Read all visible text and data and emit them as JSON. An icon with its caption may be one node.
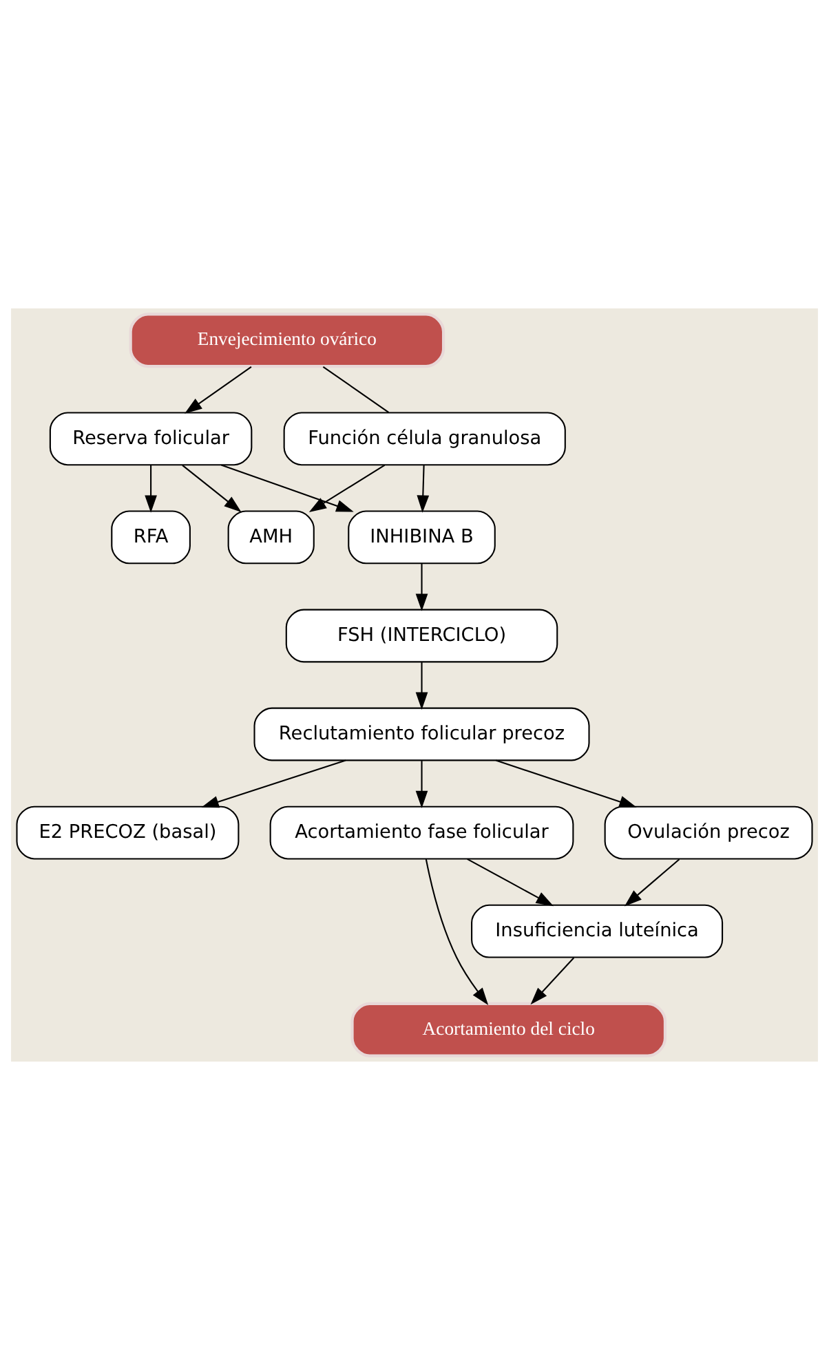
{
  "diagram": {
    "nodes": [
      {
        "text": [
          "Envejecimiento ovárico"
        ]
      },
      {
        "text": [
          "Reserva folicular"
        ]
      },
      {
        "text": [
          "Función célula granulosa"
        ]
      },
      {
        "text": [
          "RFA"
        ]
      },
      {
        "text": [
          "INHIBINA B"
        ]
      },
      {
        "text": [
          "AMH"
        ]
      },
      {
        "text": [
          "FSH (INTERCICLO)"
        ]
      },
      {
        "text": [
          "Reclutamiento folicular precoz"
        ]
      },
      {
        "text": [
          "E2 PRECOZ (basal)"
        ]
      },
      {
        "text": [
          "Ovulación precoz"
        ]
      },
      {
        "text": [
          "Acortamiento fase folicular"
        ]
      },
      {
        "text": [
          "Insuficiencia luteínica"
        ]
      },
      {
        "text": [
          "Acortamiento del ciclo"
        ]
      }
    ],
    "edges": [
      {
        "from": 0,
        "to": 1,
        "arrow": "to"
      },
      {
        "from": 0,
        "to": 2,
        "arrow": "none"
      },
      {
        "from": 1,
        "to": 3,
        "arrow": "to"
      },
      {
        "from": 1,
        "to": 4,
        "arrow": "to"
      },
      {
        "from": 1,
        "to": 5,
        "arrow": "to"
      },
      {
        "from": 2,
        "to": 4,
        "arrow": "to"
      },
      {
        "from": 2,
        "to": 5,
        "arrow": "to"
      },
      {
        "from": 4,
        "to": 6,
        "arrow": "to"
      },
      {
        "from": 6,
        "to": 7,
        "arrow": "to"
      },
      {
        "from": 7,
        "to": 8,
        "arrow": "to"
      },
      {
        "from": 7,
        "to": 9,
        "arrow": "to"
      },
      {
        "from": 7,
        "to": 10,
        "arrow": "to"
      },
      {
        "from": 9,
        "to": 11,
        "arrow": "to"
      },
      {
        "from": 10,
        "to": 11,
        "arrow": "to"
      },
      {
        "from": 10,
        "to": 12,
        "arrow": "to"
      },
      {
        "from": 11,
        "to": 12,
        "arrow": "to"
      }
    ]
  }
}
